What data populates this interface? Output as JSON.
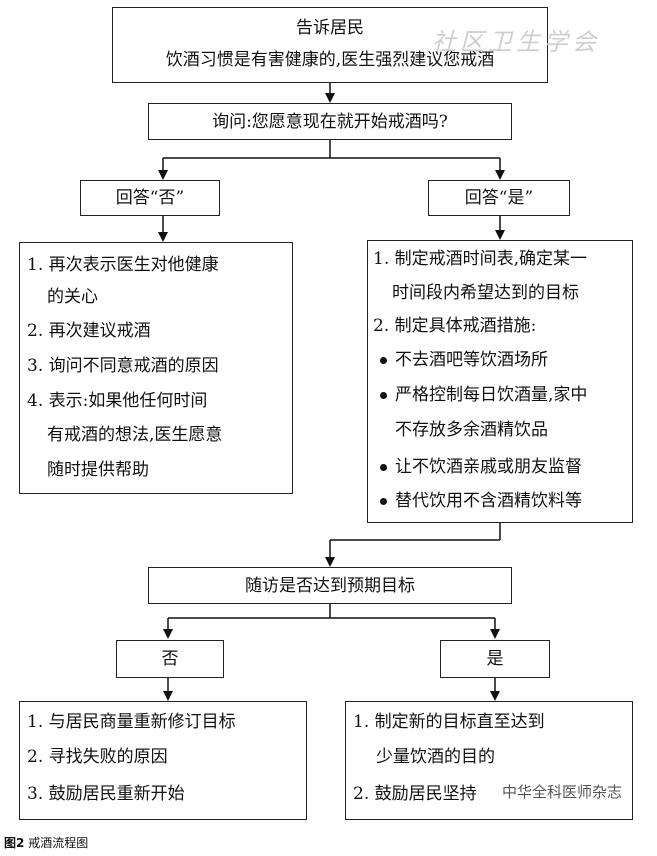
{
  "top": {
    "line1": "告诉居民",
    "line2": "饮酒习惯是有害健康的,医生强烈建议您戒酒"
  },
  "ask": "询问:您愿意现在就开始戒酒吗?",
  "answer_no": "回答“否”",
  "answer_yes": "回答“是”",
  "no_steps": {
    "s1a": "1. 再次表示医生对他健康",
    "s1b": "的关心",
    "s2": "2. 再次建议戒酒",
    "s3": "3. 询问不同意戒酒的原因",
    "s4a": "4. 表示:如果他任何时间",
    "s4b": "有戒酒的想法,医生愿意",
    "s4c": "随时提供帮助"
  },
  "yes_steps": {
    "s1a": "1. 制定戒酒时间表,确定某一",
    "s1b": "时间段内希望达到的目标",
    "s2": "2. 制定具体戒酒措施:",
    "b1": "不去酒吧等饮酒场所",
    "b2a": "严格控制每日饮酒量,家中",
    "b2b": "不存放多余酒精饮品",
    "b3": "让不饮酒亲戚或朋友监督",
    "b4": "替代饮用不含酒精饮料等"
  },
  "followup": "随访是否达到预期目标",
  "result_no": "否",
  "result_yes": "是",
  "fail_steps": {
    "s1": "1. 与居民商量重新修订目标",
    "s2": "2. 寻找失败的原因",
    "s3": "3. 鼓励居民重新开始"
  },
  "success_steps": {
    "s1a": "1. 制定新的目标直至达到",
    "s1b": "少量饮酒的目的",
    "s2": "2. 鼓励居民坚持"
  },
  "watermark_top": "社区卫生学会",
  "watermark_bottom": "中华全科医师杂志",
  "caption": {
    "label": "图2",
    "text": "戒酒流程图"
  }
}
